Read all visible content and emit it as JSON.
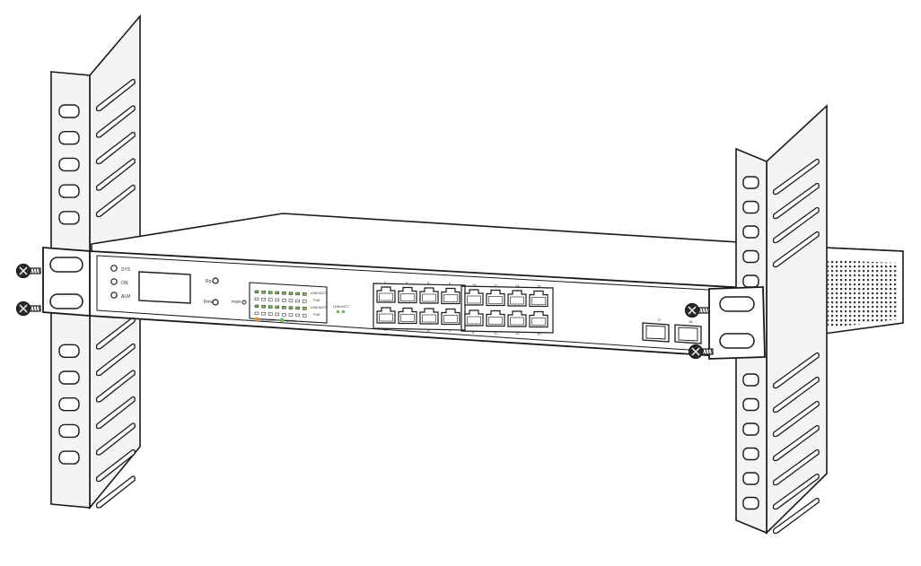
{
  "diagram": {
    "subject": "Rack-mount installation of network switch",
    "colors": {
      "line": "#1a1a1a",
      "rail_fill": "#f4f4f4",
      "panel_fill": "#ffffff",
      "led_green": "#6fbf4a",
      "led_orange": "#e0883a"
    },
    "rails": {
      "hole_count_left": 14,
      "hole_count_right": 14
    },
    "switch_panel": {
      "status_leds": [
        "SYS",
        "ON",
        "ALM"
      ],
      "side_leds": [
        "Rp",
        "Rms"
      ],
      "pwr_label": "PWR",
      "led_row_labels": [
        "LINK/ACT",
        "PoE",
        "LINK/ACT",
        "PoE"
      ],
      "legend": [
        "10/100M",
        "1000M"
      ],
      "link_act_label": "LINK/ACT",
      "rj45_port_numbers_top": [
        "2",
        "4",
        "6",
        "8",
        "10",
        "12",
        "14",
        "16"
      ],
      "rj45_port_numbers_bottom": [
        "1",
        "3",
        "5",
        "7",
        "9",
        "11",
        "13",
        "15"
      ],
      "sfp_port_numbers": [
        "17",
        "18"
      ]
    },
    "icons": [
      "screw-icon",
      "screw-icon",
      "screw-icon",
      "screw-icon"
    ]
  }
}
